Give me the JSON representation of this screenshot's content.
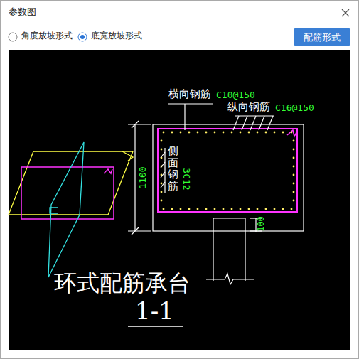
{
  "diagram": {
    "title": "参数图",
    "nodes": [
      {
        "text": [
          "配筋形式"
        ]
      }
    ],
    "labels": [
      "角度放坡形式",
      "底宽放坡形式",
      "横向钢筋",
      "C10@150",
      "纵向钢筋",
      "C16@150",
      "侧面钢筋",
      "3C12",
      "1100",
      "100",
      "环式配筋承台",
      "1-1"
    ]
  }
}
